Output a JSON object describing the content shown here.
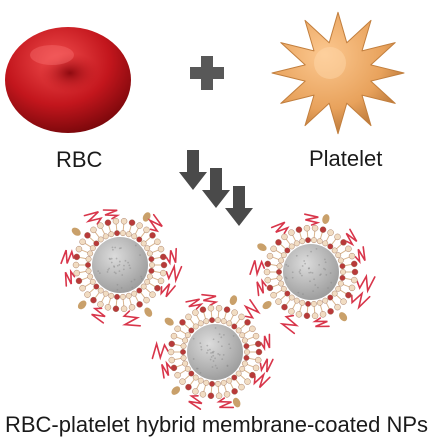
{
  "labels": {
    "rbc": "RBC",
    "platelet": "Platelet",
    "caption": "RBC-platelet hybrid membrane-coated NPs"
  },
  "colors": {
    "rbc": "#c3161d",
    "platelet": "#e8a25c",
    "plus": "#585858",
    "arrow": "#4a4a4a",
    "core": "#bcbcbc",
    "lipid_head_red": "#b83a3a",
    "lipid_head_cream": "#f1dcc2",
    "glycan": "#d8354a",
    "protein": "#c9a06a"
  },
  "icons": [
    "red-blood-cell",
    "plus-sign",
    "platelet",
    "down-arrows",
    "coated-nanoparticle"
  ],
  "nanoparticles": {
    "count": 3
  }
}
